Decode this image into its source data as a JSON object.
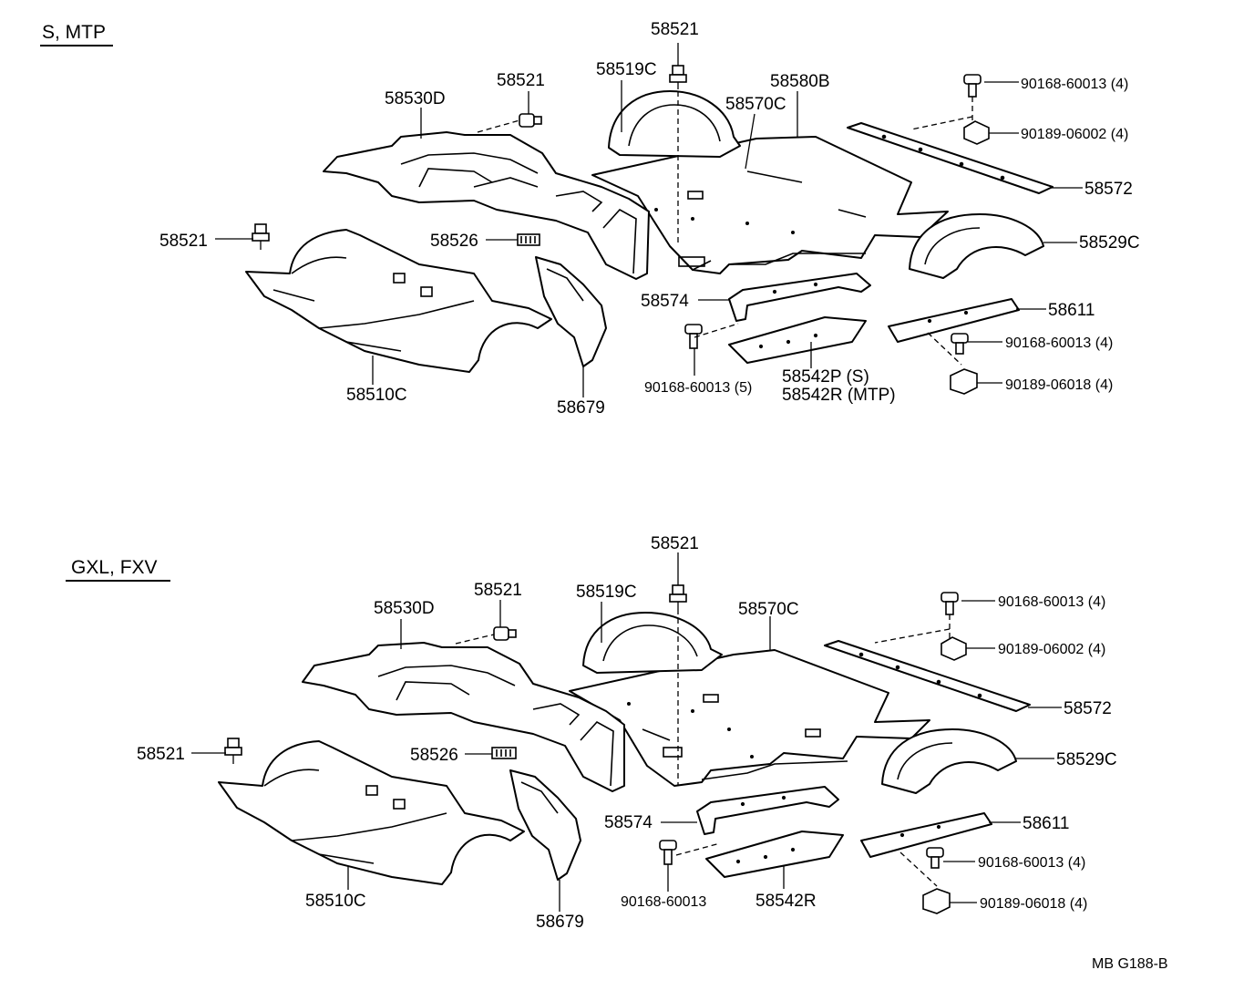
{
  "sections": [
    {
      "title": "S, MTP",
      "labels": {
        "clip_top": "58521",
        "clip_tunnel": "58521",
        "clip_left": "58521",
        "cover_rear": "58519C",
        "floor_rear": "58580B",
        "silencer_rear": "58570C",
        "tunnel": "58530D",
        "front_floor": "58510C",
        "pad_small": "58526",
        "bracket": "58679",
        "bolt_top": "90168-60013 (4)",
        "nut_top": "90189-06002 (4)",
        "rail_top": "58572",
        "wheelhouse": "58529C",
        "rail_front": "58574",
        "bolt_front": "90168-60013 (5)",
        "plate_line1": "58542P (S)",
        "plate_line2": "58542R (MTP)",
        "rail_side": "58611",
        "bolt_side": "90168-60013 (4)",
        "nut_side": "90189-06018 (4)"
      }
    },
    {
      "title": "GXL, FXV",
      "labels": {
        "clip_top": "58521",
        "clip_tunnel": "58521",
        "clip_left": "58521",
        "cover_rear": "58519C",
        "silencer_rear": "58570C",
        "tunnel": "58530D",
        "front_floor": "58510C",
        "pad_small": "58526",
        "bracket": "58679",
        "bolt_top": "90168-60013 (4)",
        "nut_top": "90189-06002 (4)",
        "rail_top": "58572",
        "wheelhouse": "58529C",
        "rail_front": "58574",
        "bolt_front": "90168-60013",
        "plate_line1": "58542R",
        "rail_side": "58611",
        "bolt_side": "90168-60013 (4)",
        "nut_side": "90189-06018 (4)"
      }
    }
  ],
  "footer": {
    "code": "MB  G188-B"
  }
}
